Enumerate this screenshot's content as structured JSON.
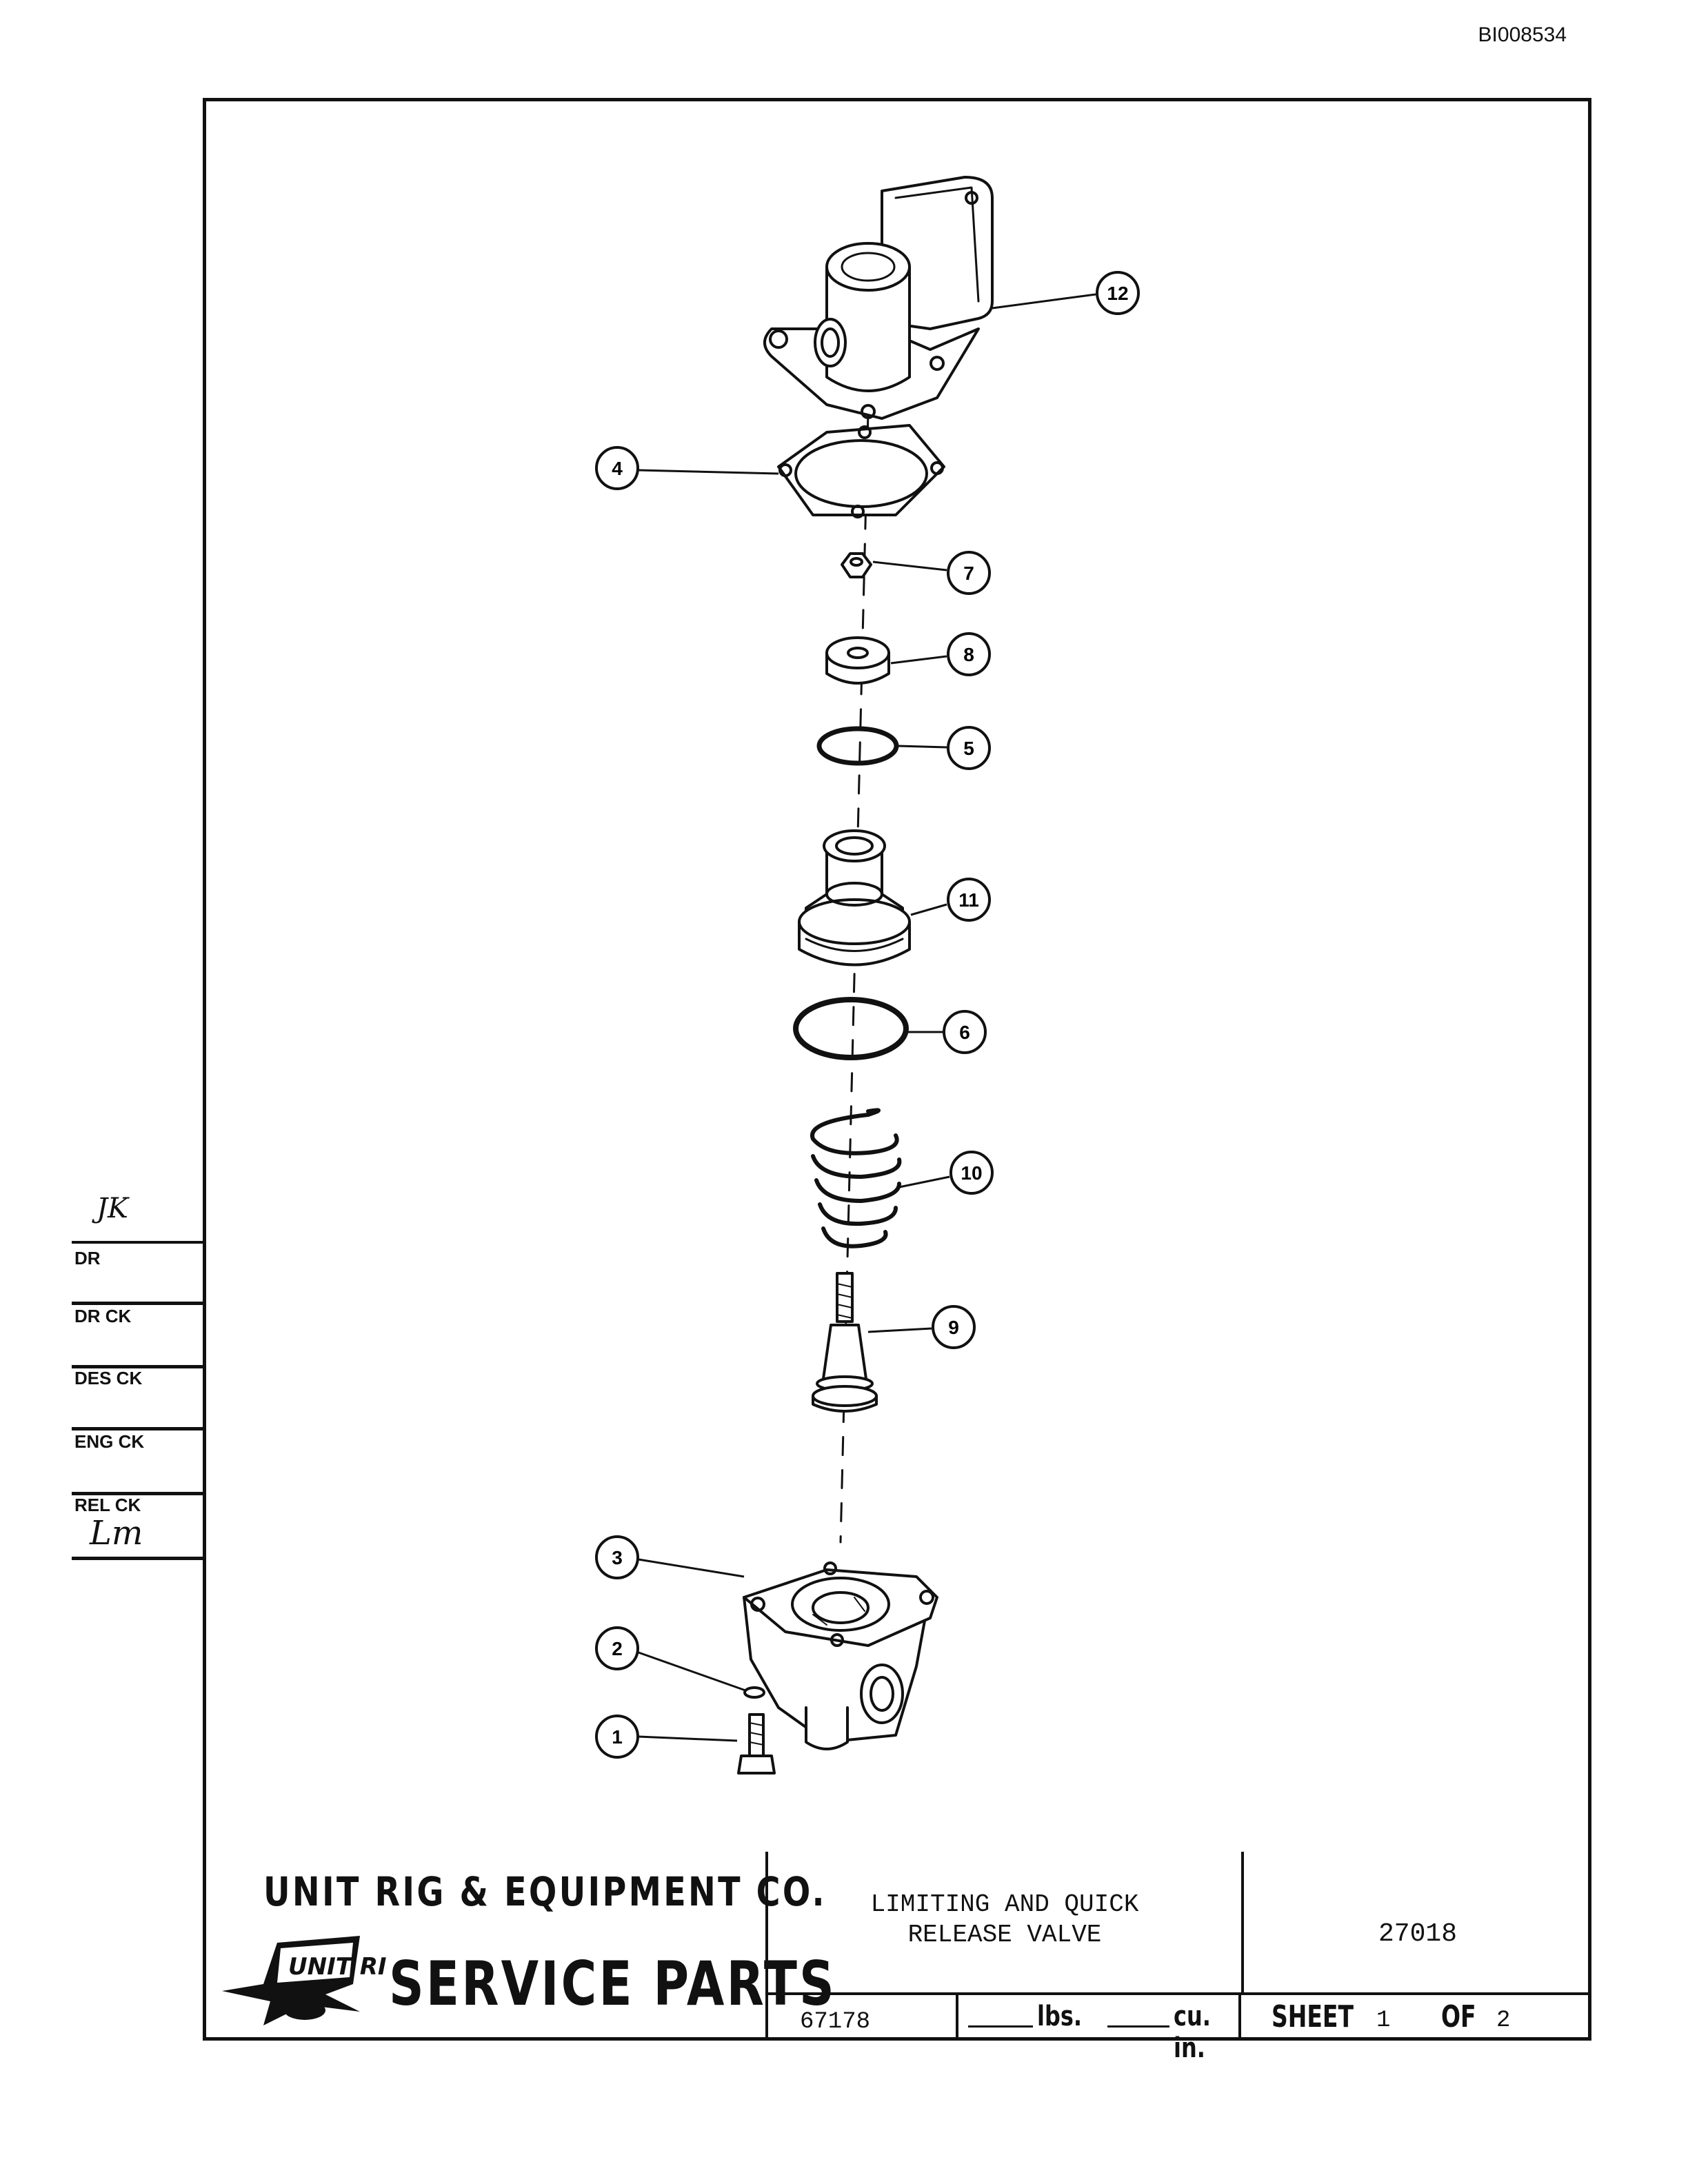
{
  "document_id": "BI008534",
  "callouts": [
    "12",
    "4",
    "7",
    "8",
    "5",
    "11",
    "6",
    "10",
    "9",
    "3",
    "2",
    "1"
  ],
  "signoff": {
    "dr": "DR",
    "dr_ck": "DR CK",
    "des_ck": "DES CK",
    "eng_ck": "ENG CK",
    "rel_ck": "REL CK",
    "dr_initials": "JK",
    "rel_initials": "Lm"
  },
  "title_block": {
    "company": "UNIT RIG & EQUIPMENT CO.",
    "logo_text": "UNIT RIG",
    "service_parts": "SERVICE PARTS",
    "title_line1": "LIMITING AND QUICK",
    "title_line2": "RELEASE VALVE",
    "drawing_number": "27018",
    "code": "67178",
    "weight_unit": "lbs.",
    "volume_unit": "cu. in.",
    "sheet_label": "SHEET",
    "sheet_number": "1",
    "of_label": "OF",
    "sheet_total": "2"
  }
}
